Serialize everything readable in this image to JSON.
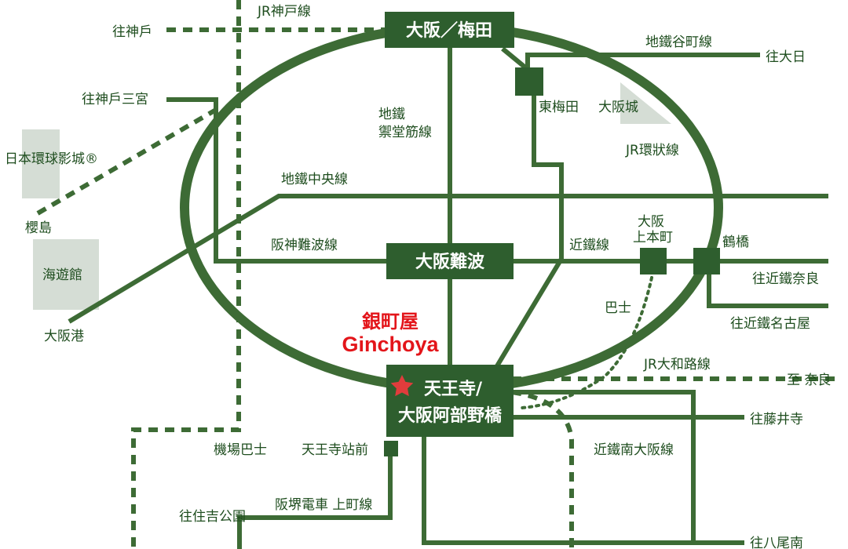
{
  "colors": {
    "line": "#3d6b35",
    "hub": "#2e5e2e",
    "landmark": "#d5ddd5",
    "label": "#1e4d1e",
    "highlight": "#e3151a"
  },
  "hubs": {
    "umeda": "大阪／梅田",
    "namba": "大阪難波",
    "tennoji_l1": "天王寺/",
    "tennoji_l2": "大阪阿部野橋"
  },
  "shop": {
    "name_jp": "銀町屋",
    "name_en": "Ginchoya",
    "icon": "red-star-icon"
  },
  "lines": {
    "jr_kobe": "JR神戸線",
    "tanimachi": "地鐵谷町線",
    "midosuji_1": "地鐵",
    "midosuji_2": "禦堂筋線",
    "jr_loop": "JR環狀線",
    "chuo": "地鐵中央線",
    "hanshin_namba": "阪神難波線",
    "kintetsu": "近鐵線",
    "jr_yamatoji": "JR大和路線",
    "kintetsu_minami_osaka": "近鐵南大阪線",
    "hankai": "阪堺電車 上町線",
    "airport_bus": "機場巴士",
    "bus": "巴士"
  },
  "stations": {
    "higashi_umeda": "東梅田",
    "osaka_uehommachi_1": "大阪",
    "osaka_uehommachi_2": "上本町",
    "tsuruhashi": "鶴橋",
    "tennoji_ekimae": "天王寺站前"
  },
  "destinations": {
    "kobe": "往神戶",
    "kobe_sannomiya": "往神戶三宮",
    "daito": "往大日",
    "kintetsu_nara": "往近鐵奈良",
    "kintetsu_nagoya": "往近鐵名古屋",
    "nara": "至 奈良",
    "fujiidera": "往藤井寺",
    "sumiyoshi_park": "往住吉公園",
    "yao": "往八尾南",
    "sakurajima": "櫻島",
    "osaka_port": "大阪港"
  },
  "landmarks": {
    "usj": "日本環球影城®",
    "kaiyukan": "海遊館",
    "osaka_castle": "大阪城"
  }
}
